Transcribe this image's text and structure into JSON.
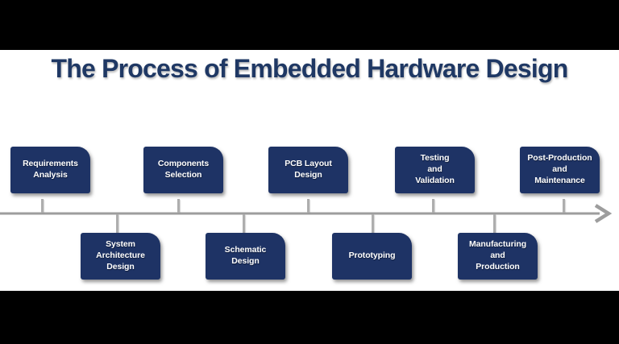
{
  "title": "The Process of Embedded Hardware Design",
  "diagram_type": "process-timeline",
  "colors": {
    "background": "#ffffff",
    "letterbox_bars": "#000000",
    "title_text": "#1f3864",
    "step_box_fill": "#1e3365",
    "step_box_text": "#ffffff",
    "timeline_arrow": "#9d9d9d"
  },
  "timeline": {
    "direction": "left-to-right"
  },
  "steps": [
    {
      "label": "Requirements\nAnalysis",
      "row": "above"
    },
    {
      "label": "System\nArchitecture\nDesign",
      "row": "below"
    },
    {
      "label": "Components\nSelection",
      "row": "above"
    },
    {
      "label": "Schematic\nDesign",
      "row": "below"
    },
    {
      "label": "PCB Layout\nDesign",
      "row": "above"
    },
    {
      "label": "Prototyping",
      "row": "below"
    },
    {
      "label": "Testing\nand\nValidation",
      "row": "above"
    },
    {
      "label": "Manufacturing\nand\nProduction",
      "row": "below"
    },
    {
      "label": "Post-Production\nand\nMaintenance",
      "row": "above"
    }
  ]
}
